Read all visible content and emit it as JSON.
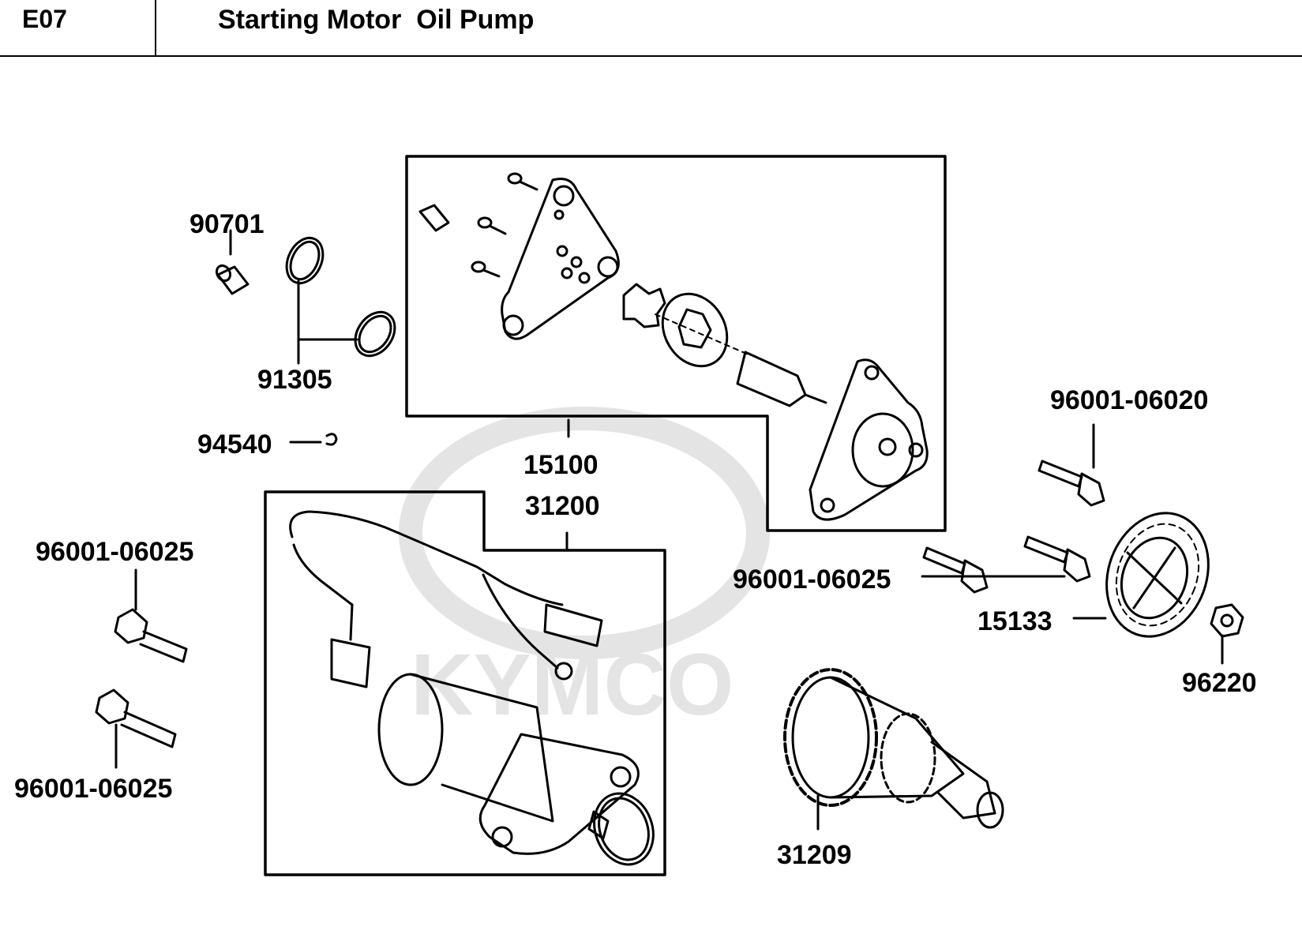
{
  "header": {
    "code": "E07",
    "title": "Starting Motor  Oil Pump"
  },
  "watermark": {
    "text": "KYMCO",
    "color": "#e4e4e4"
  },
  "parts": {
    "p90701": "90701",
    "p91305": "91305",
    "p94540": "94540",
    "p15100": "15100",
    "p31200": "31200",
    "p96001_06020": "96001-06020",
    "p96001_06025_left_top": "96001-06025",
    "p96001_06025_center": "96001-06025",
    "p96001_06025_left_bottom": "96001-06025",
    "p15133": "15133",
    "p96220": "96220",
    "p31209": "31209"
  }
}
